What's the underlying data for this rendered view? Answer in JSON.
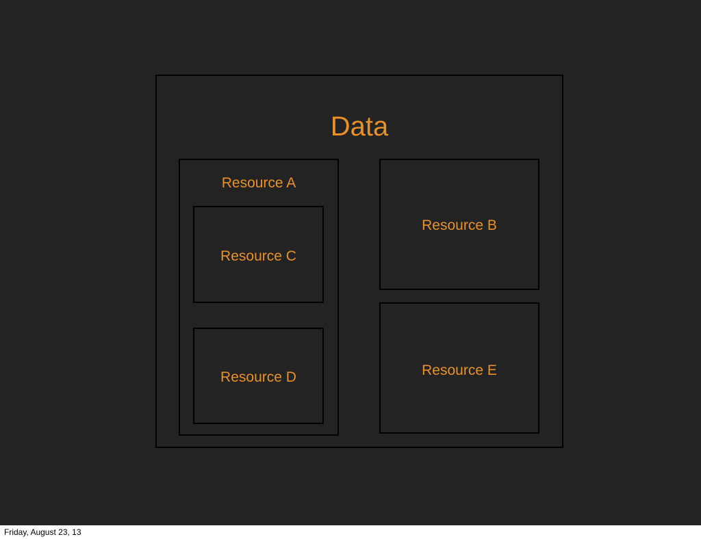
{
  "diagram": {
    "title": "Data",
    "resources": {
      "a": "Resource A",
      "b": "Resource B",
      "c": "Resource C",
      "d": "Resource D",
      "e": "Resource E"
    }
  },
  "footer": {
    "date": "Friday, August 23, 13"
  },
  "colors": {
    "background": "#232323",
    "label": "#e8912a",
    "border": "#000000"
  }
}
